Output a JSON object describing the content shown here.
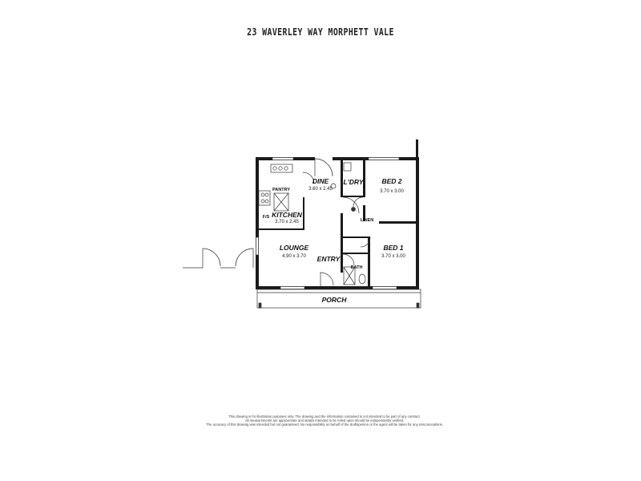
{
  "title": "23 WAVERLEY WAY MORPHETT VALE",
  "rooms": {
    "dine": {
      "name": "DINE",
      "dims": "3.60 x 2.45"
    },
    "laundry": {
      "name": "L'DRY"
    },
    "bed2": {
      "name": "BED 2",
      "dims": "3.70 x 3.00"
    },
    "pantry": {
      "name": "PANTRY"
    },
    "kitchen": {
      "name": "KITCHEN",
      "dims": "3.70 x 2.45"
    },
    "fridge": {
      "name": "F/S"
    },
    "linen": {
      "name": "LINEN"
    },
    "lounge": {
      "name": "LOUNGE",
      "dims": "4.90 x 3.70"
    },
    "entry": {
      "name": "ENTRY"
    },
    "bed1": {
      "name": "BED 1",
      "dims": "3.70 x 3.00"
    },
    "bath": {
      "name": "BATH"
    },
    "porch": {
      "name": "PORCH"
    }
  },
  "disclaimer": {
    "line1": "This drawing is for illustration purposes only. The drawing and the information contained is not intended to be part of any contract.",
    "line2": "All measurements are approximate and details intended to be relied upon should be independently verified.",
    "line3": "The accuracy of this drawing was intended but not guaranteed. No responsibility on behalf of the draftsperson or the agent will be taken for any  misconceptions."
  }
}
